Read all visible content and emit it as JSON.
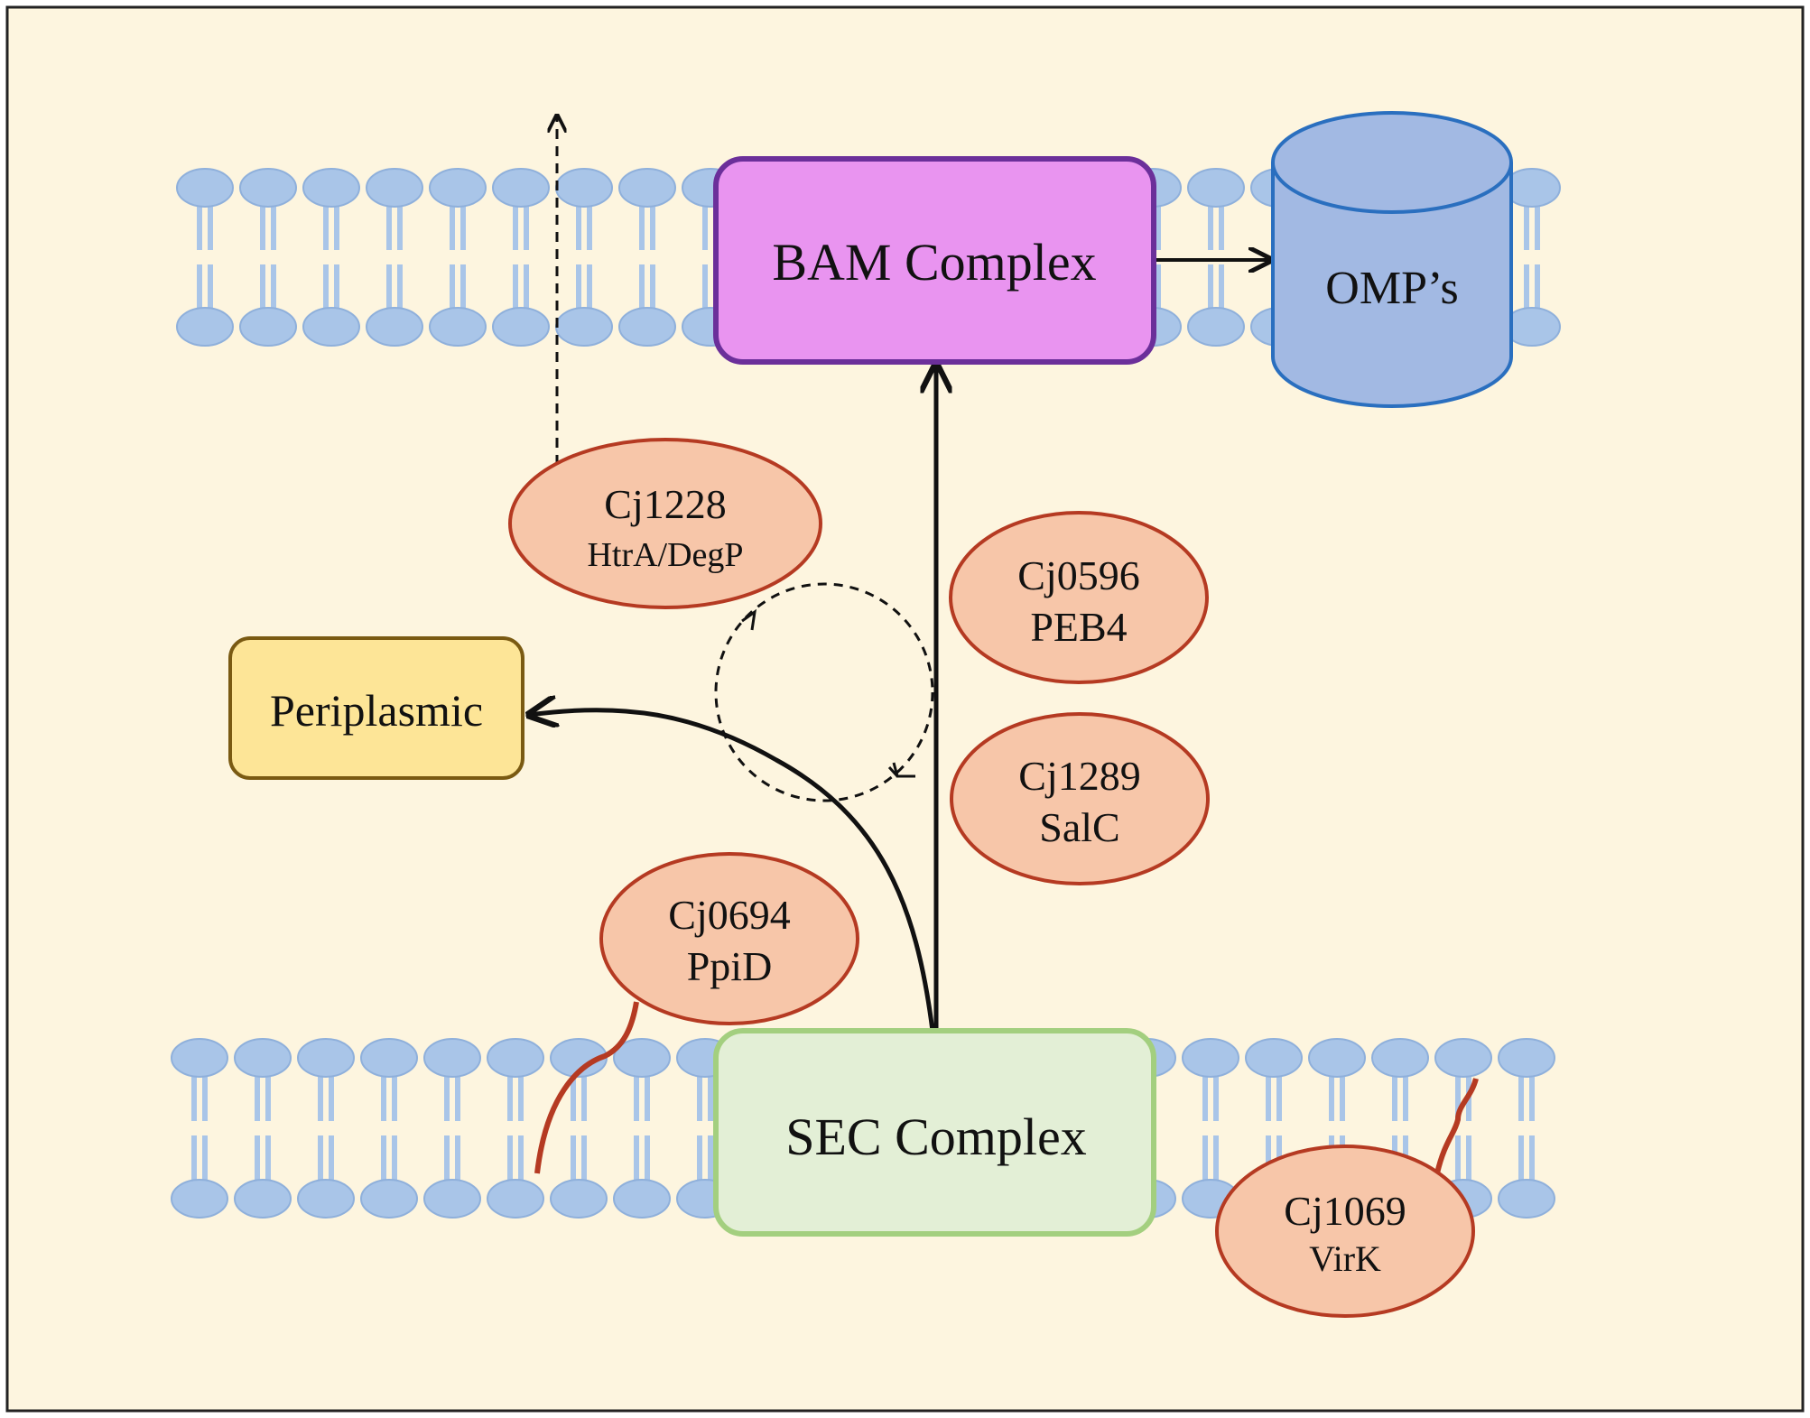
{
  "colors": {
    "background": "#fdf5df",
    "frame": "#222222",
    "lipid_head": "#a9c5e8",
    "lipid_head_edge": "#8fb0db",
    "lipid_tail": "#a9c5e8",
    "bam_fill": "#e994f0",
    "bam_stroke": "#6b2f9a",
    "sec_fill": "#e3efd6",
    "sec_stroke": "#a3cf7f",
    "omp_fill": "#a2b9e3",
    "omp_stroke": "#2a6fbf",
    "periplasmic_fill": "#fde597",
    "periplasmic_stroke": "#7a5a12",
    "protein_fill": "#f7c6a9",
    "protein_stroke": "#b53a22",
    "anchor": "#b53a22",
    "arrow": "#111111"
  },
  "complexes": {
    "bam": {
      "label": "BAM Complex"
    },
    "sec": {
      "label": "SEC Complex"
    },
    "omps": {
      "label": "OMP’s"
    },
    "periplasmic": {
      "label": "Periplasmic"
    }
  },
  "proteins": {
    "cj1228": {
      "id": "Cj1228",
      "name": "HtrA/DegP"
    },
    "cj0596": {
      "id": "Cj0596",
      "name": "PEB4"
    },
    "cj1289": {
      "id": "Cj1289",
      "name": "SalC"
    },
    "cj0694": {
      "id": "Cj0694",
      "name": "PpiD"
    },
    "cj1069": {
      "id": "Cj1069",
      "name": "VirK"
    }
  }
}
